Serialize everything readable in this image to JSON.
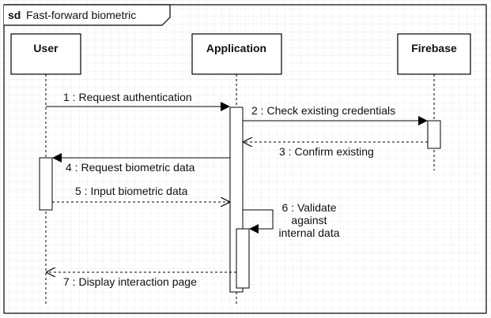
{
  "frame": {
    "keyword": "sd",
    "title": "Fast-forward biometric"
  },
  "lifelines": {
    "user": "User",
    "application": "Application",
    "firebase": "Firebase"
  },
  "messages": {
    "m1": "1 : Request authentication",
    "m2": "2 : Check existing credentials",
    "m3": "3 : Confirm existing",
    "m4": "4 : Request biometric data",
    "m5": "5 : Input biometric data",
    "m6_line1": "6 : Validate",
    "m6_line2": "against",
    "m6_line3": "internal data",
    "m7": "7 : Display interaction page"
  },
  "colors": {
    "grid": "#e6e6e6",
    "stroke": "#000000"
  }
}
